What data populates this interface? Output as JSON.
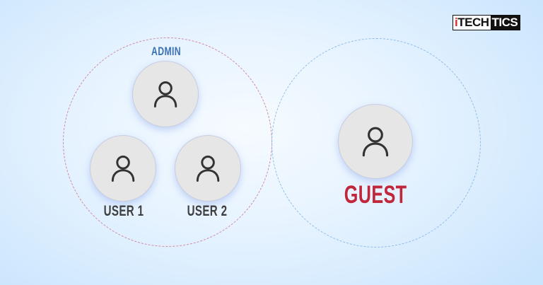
{
  "logo": {
    "part1_first": "i",
    "part1_rest": "TECH",
    "part2": "TICS",
    "colors": {
      "dot": "#d92a2a",
      "dark": "#111111",
      "light": "#ffffff"
    }
  },
  "groups": {
    "admin_group": {
      "label": "ADMIN",
      "label_color": "#3c72b5",
      "border_color": "#d08a9f",
      "members": [
        {
          "label": "USER 1",
          "icon": "user-icon"
        },
        {
          "label": "USER 2",
          "icon": "user-icon"
        }
      ]
    },
    "guest_group": {
      "label": "GUEST",
      "label_color": "#c1273a",
      "border_color": "#8fbde8"
    }
  },
  "colors": {
    "avatar_fill": "#e6e6e6",
    "icon_stroke": "#333333",
    "member_label": "#3f3f3f",
    "background": [
      "#f6fbff",
      "#c9e4fd"
    ]
  }
}
